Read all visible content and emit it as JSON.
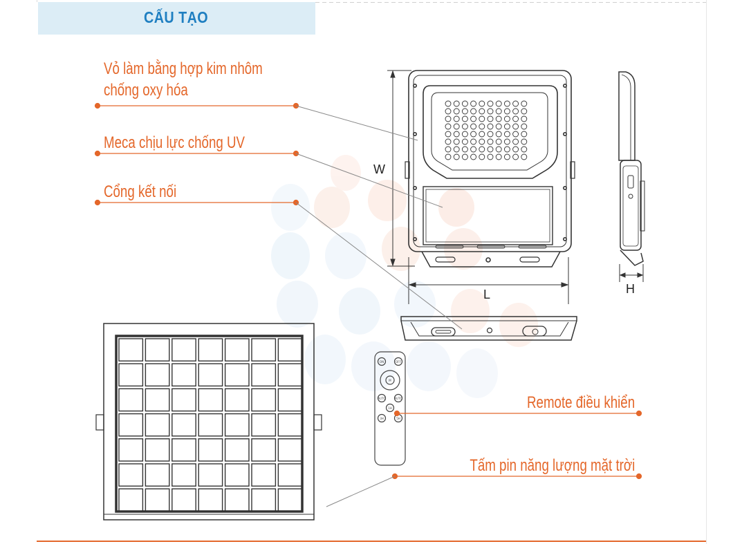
{
  "header": {
    "title": "CẤU TẠO"
  },
  "callouts": {
    "housing_line1": "Vỏ làm bằng hợp kim nhôm",
    "housing_line2": "chống oxy hóa",
    "lens": "Meca chịu lực chống UV",
    "port": "Cổng kết nối",
    "remote": "Remote điều khiển",
    "solar_panel": "Tấm pin năng lượng mặt trời"
  },
  "dimensions": {
    "width": "W",
    "length": "L",
    "height": "H"
  },
  "remote_buttons": {
    "on": "ON",
    "off": "OFF",
    "m": "M",
    "auto": "AUTO",
    "auto2": "AUTO",
    "timer1": "1H",
    "timer3": "3H",
    "timer5": "5H"
  },
  "colors": {
    "accent": "#e4672a",
    "title_blue": "#1f7fc1",
    "header_band": "#dcedf6",
    "outline": "#333333"
  }
}
